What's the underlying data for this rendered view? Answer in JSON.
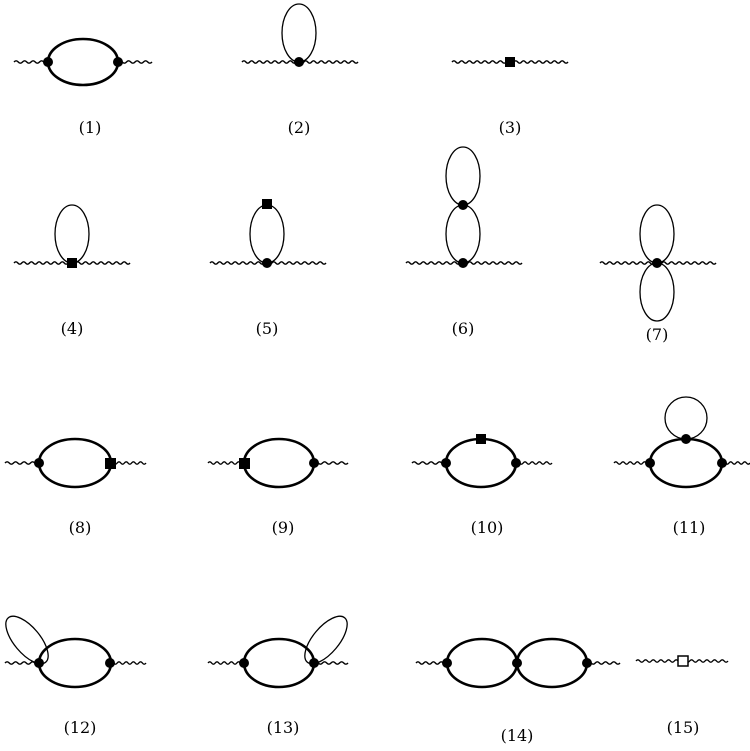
{
  "diagrams": [
    {
      "id": 1,
      "label": "(1)"
    },
    {
      "id": 2,
      "label": "(2)"
    },
    {
      "id": 3,
      "label": "(3)"
    },
    {
      "id": 4,
      "label": "(4)"
    },
    {
      "id": 5,
      "label": "(5)"
    },
    {
      "id": 6,
      "label": "(6)"
    },
    {
      "id": 7,
      "label": "(7)"
    },
    {
      "id": 8,
      "label": "(8)"
    },
    {
      "id": 9,
      "label": "(9)"
    },
    {
      "id": 10,
      "label": "(10)"
    },
    {
      "id": 11,
      "label": "(11)"
    },
    {
      "id": 12,
      "label": "(12)"
    },
    {
      "id": 13,
      "label": "(13)"
    },
    {
      "id": 14,
      "label": "(14)"
    },
    {
      "id": 15,
      "label": "(15)"
    }
  ]
}
